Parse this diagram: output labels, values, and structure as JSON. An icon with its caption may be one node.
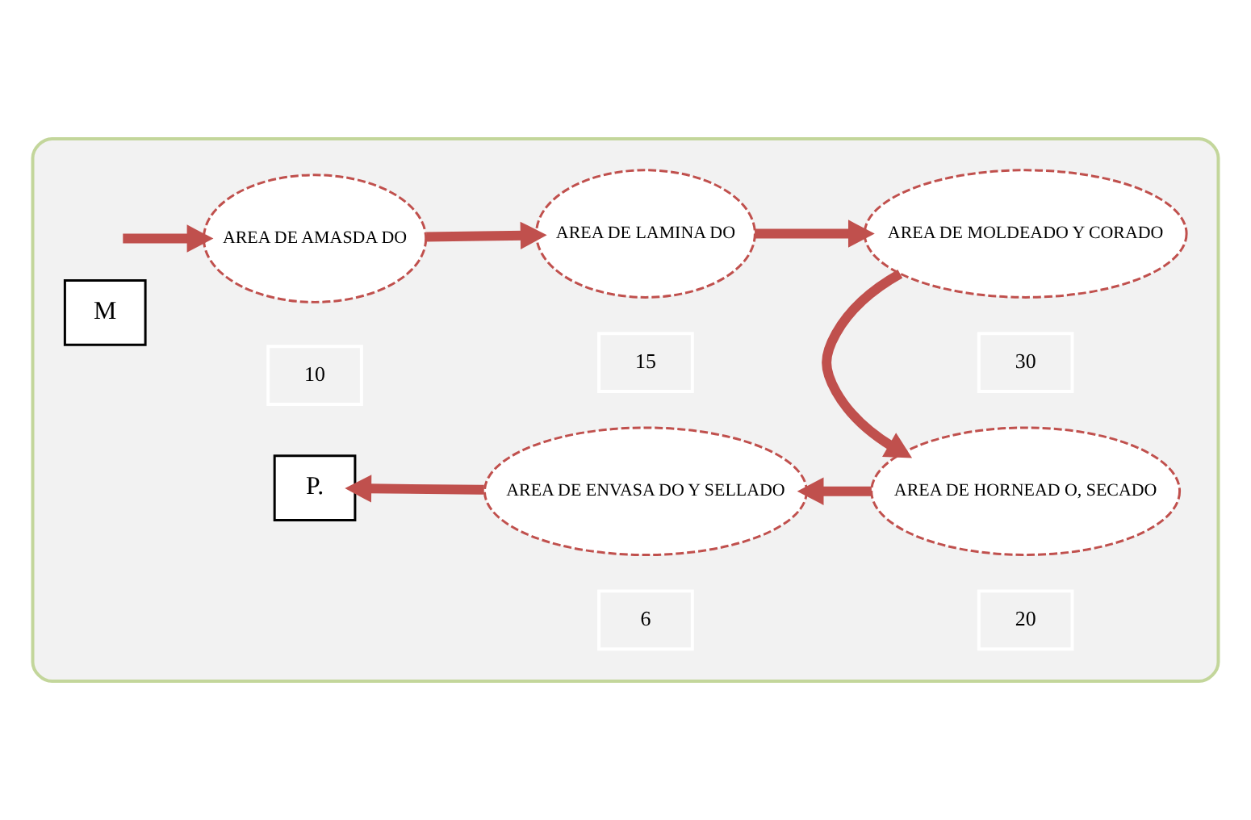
{
  "diagram": {
    "nodes": [
      {
        "text": [],
        "shape": "box"
      },
      {
        "text": [
          "M"
        ],
        "in": 0
      },
      {
        "text": [
          "AREA DE AMASDA DO"
        ],
        "in": 0
      },
      {
        "text": [
          "10"
        ],
        "in": 0
      },
      {
        "text": [
          "AREA DE LAMINA DO"
        ],
        "in": 0
      },
      {
        "text": [
          "15"
        ],
        "in": 0
      },
      {
        "text": [
          "AREA DE MOLDEADO Y CORADO"
        ],
        "in": 0
      },
      {
        "text": [
          "30"
        ],
        "in": 0
      },
      {
        "text": [
          "AREA DE HORNEAD O, SECADO"
        ],
        "in": 0
      },
      {
        "text": [
          "20"
        ],
        "in": 0
      },
      {
        "text": [
          "AREA DE ENVASA DO Y SELLADO"
        ],
        "in": 0
      },
      {
        "text": [
          "6"
        ],
        "in": 0
      },
      {
        "text": [
          "P."
        ],
        "in": 0
      }
    ],
    "edges": [
      {
        "from": null,
        "to": 2,
        "arrow": "to"
      },
      {
        "from": 2,
        "to": 4,
        "arrow": "to"
      },
      {
        "from": 4,
        "to": 6,
        "arrow": "to"
      },
      {
        "from": 6,
        "to": 8,
        "arrow": "to"
      },
      {
        "from": 8,
        "to": 10,
        "arrow": "to"
      },
      {
        "from": 10,
        "to": 12,
        "arrow": "to"
      }
    ]
  }
}
